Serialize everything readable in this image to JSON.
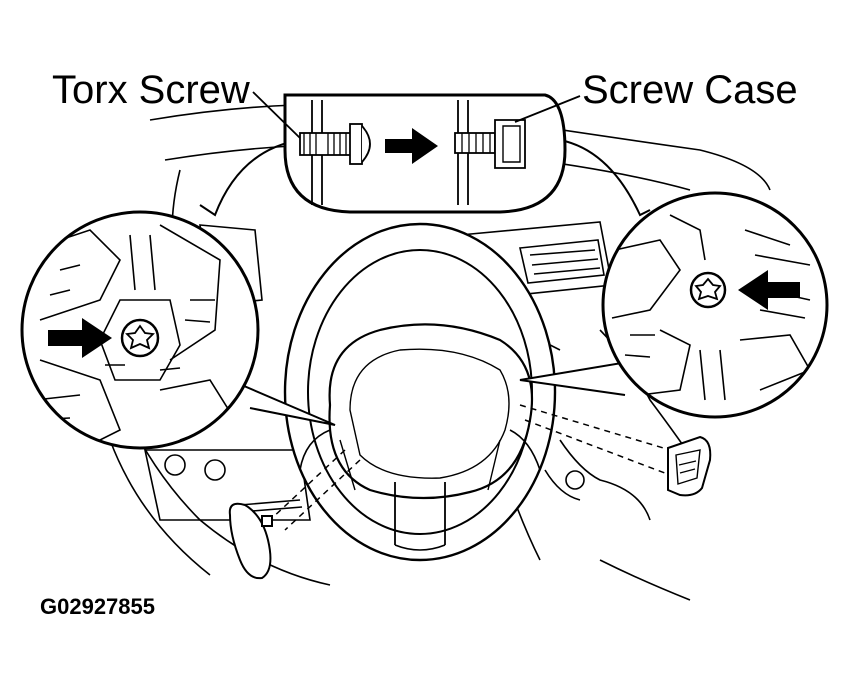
{
  "labels": {
    "torx_screw": "Torx Screw",
    "screw_case": "Screw Case",
    "figure_code": "G02927855"
  },
  "colors": {
    "ink": "#000000",
    "paper": "#ffffff"
  }
}
